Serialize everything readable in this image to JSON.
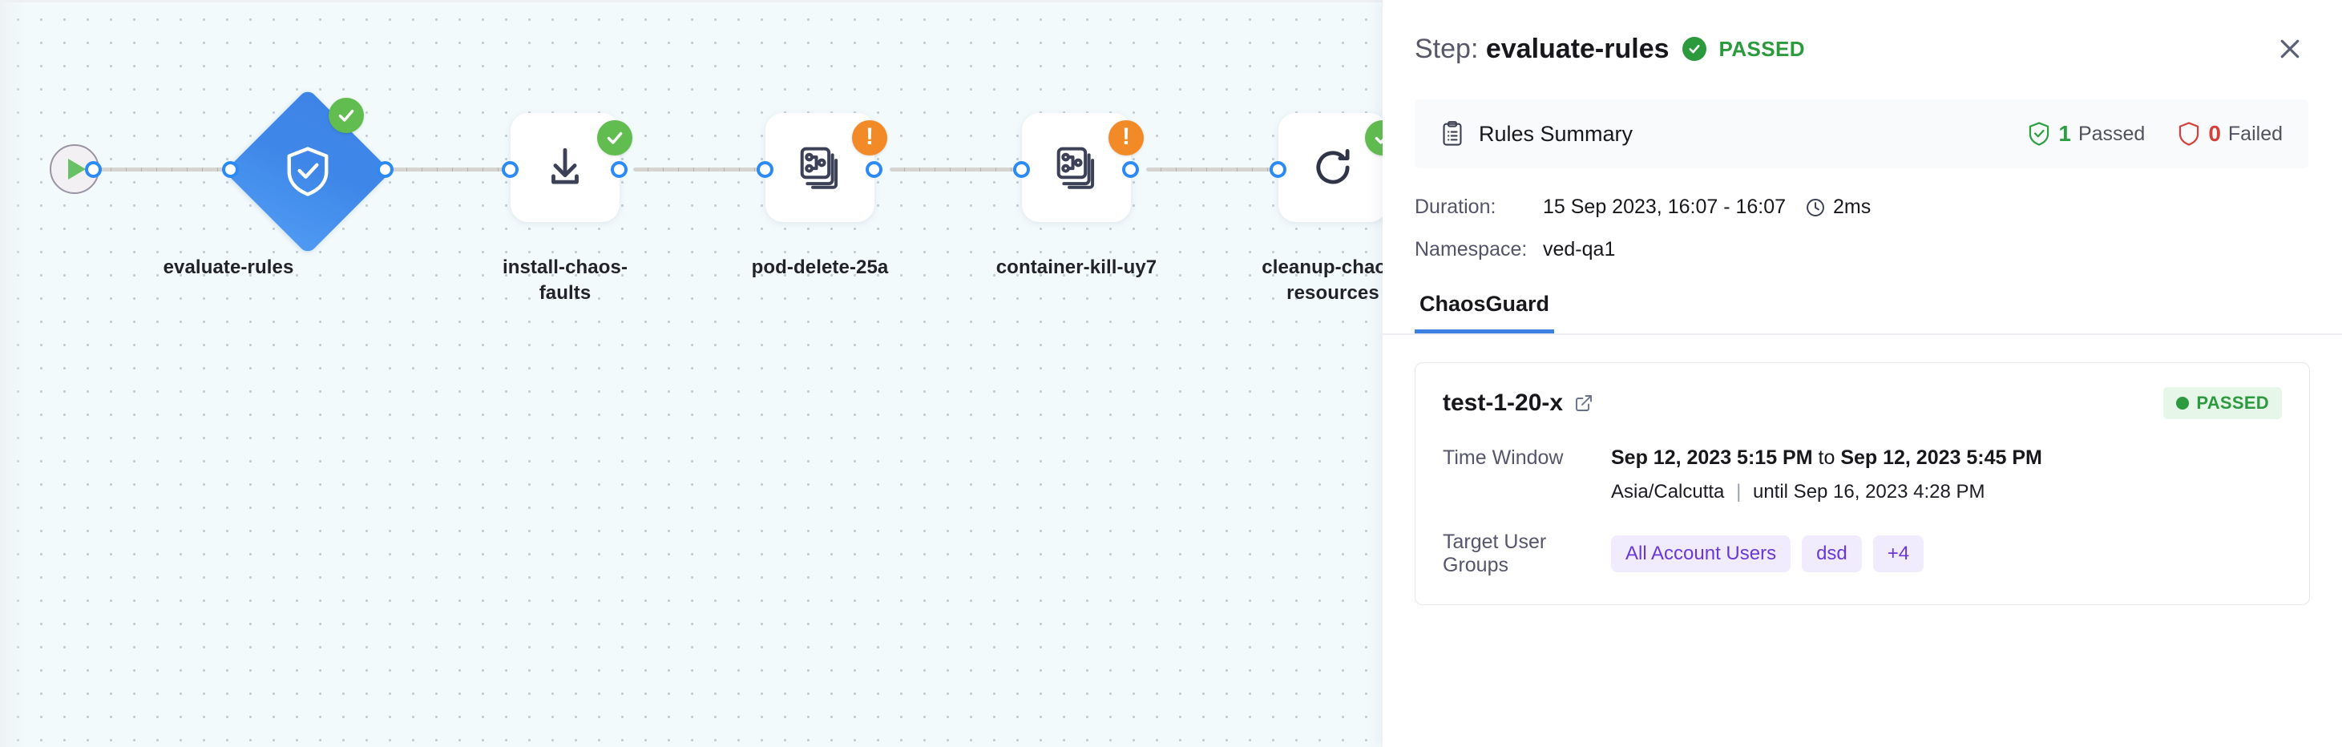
{
  "canvas": {
    "start_node": {
      "icon": "play-icon"
    },
    "nodes": [
      {
        "id": "evaluate-rules",
        "label": "evaluate-rules",
        "shape": "diamond",
        "icon": "shield-check-icon",
        "status": "success",
        "status_icon": "check-circle-icon"
      },
      {
        "id": "install-chaos-faults",
        "label": "install-chaos-faults",
        "shape": "square",
        "icon": "download-icon",
        "status": "success",
        "status_icon": "check-circle-icon"
      },
      {
        "id": "pod-delete-25a",
        "label": "pod-delete-25a",
        "shape": "square",
        "icon": "chaos-experiment-icon",
        "status": "warning",
        "status_icon": "exclamation-circle-icon"
      },
      {
        "id": "container-kill-uy7",
        "label": "container-kill-uy7",
        "shape": "square",
        "icon": "chaos-experiment-icon",
        "status": "warning",
        "status_icon": "exclamation-circle-icon"
      },
      {
        "id": "cleanup-chaos-resources",
        "label": "cleanup-chaos-resources",
        "shape": "square",
        "icon": "refresh-icon",
        "status": "success",
        "status_icon": "check-circle-icon"
      }
    ]
  },
  "panel": {
    "header": {
      "step_label": "Step:",
      "step_name": "evaluate-rules",
      "status": "PASSED",
      "status_icon": "check-circle-icon",
      "close_icon": "close-icon"
    },
    "rules_summary": {
      "icon": "clipboard-icon",
      "title": "Rules Summary",
      "passed_count": "1",
      "passed_label": "Passed",
      "passed_icon": "shield-check-icon",
      "failed_count": "0",
      "failed_label": "Failed",
      "failed_icon": "shield-alert-icon"
    },
    "details": [
      {
        "key": "Duration:",
        "value": "15 Sep 2023, 16:07 - 16:07",
        "extra_icon": "clock-icon",
        "extra": "2ms"
      },
      {
        "key": "Namespace:",
        "value": "ved-qa1",
        "extra_icon": "",
        "extra": ""
      }
    ],
    "tabs": [
      {
        "label": "ChaosGuard",
        "active": true
      }
    ],
    "card": {
      "title": "test-1-20-x",
      "external_link_icon": "external-link-icon",
      "badge": {
        "text": "PASSED",
        "icon": "status-dot-icon"
      },
      "time_window": {
        "key": "Time Window",
        "start": "Sep 12, 2023 5:15 PM",
        "joiner": "to",
        "end": "Sep 12, 2023 5:45 PM",
        "timezone": "Asia/Calcutta",
        "until": "until Sep 16, 2023 4:28 PM"
      },
      "target_user_groups": {
        "key": "Target User Groups",
        "chips": [
          "All Account Users",
          "dsd",
          "+4"
        ]
      }
    }
  },
  "colors": {
    "accent_blue": "#3b7fe0",
    "node_blue": "#3e87e8",
    "success_green": "#2b9a3d",
    "warning_orange": "#f28b27",
    "fail_red": "#d6403a",
    "chip_purple": "#6938d8",
    "canvas_bg": "#f3fafc"
  }
}
